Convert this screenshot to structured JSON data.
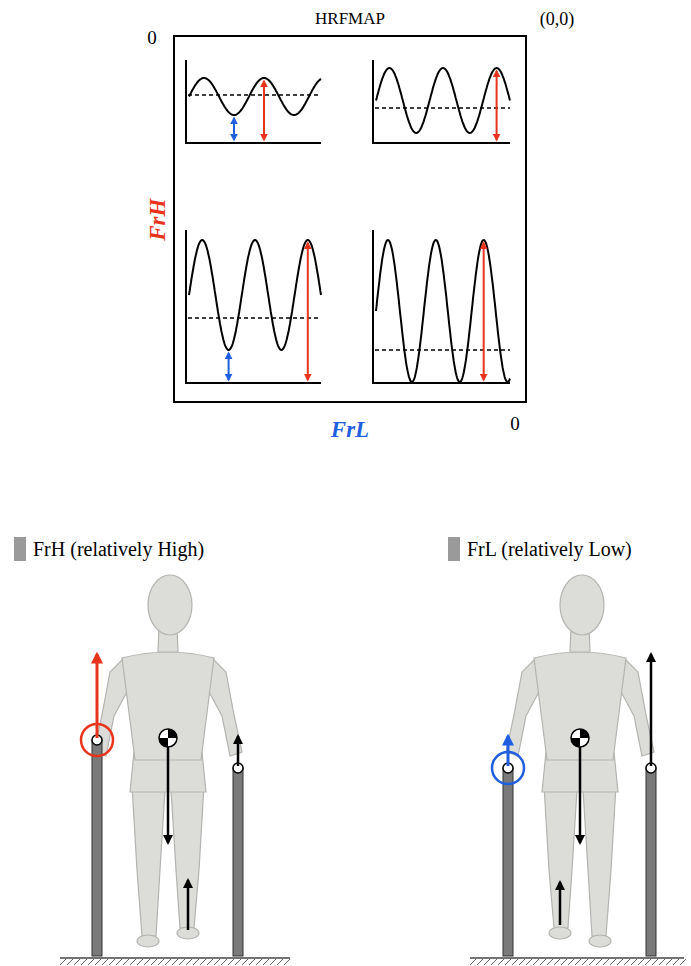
{
  "diagram": {
    "nodes": [
      {
        "text": [
          "HRFMAP"
        ]
      }
    ],
    "labels": [
      "0",
      "(0,0)",
      "FrH",
      "FrL",
      "0",
      "FrH (relatively High)",
      "FrL (relatively Low)"
    ]
  }
}
